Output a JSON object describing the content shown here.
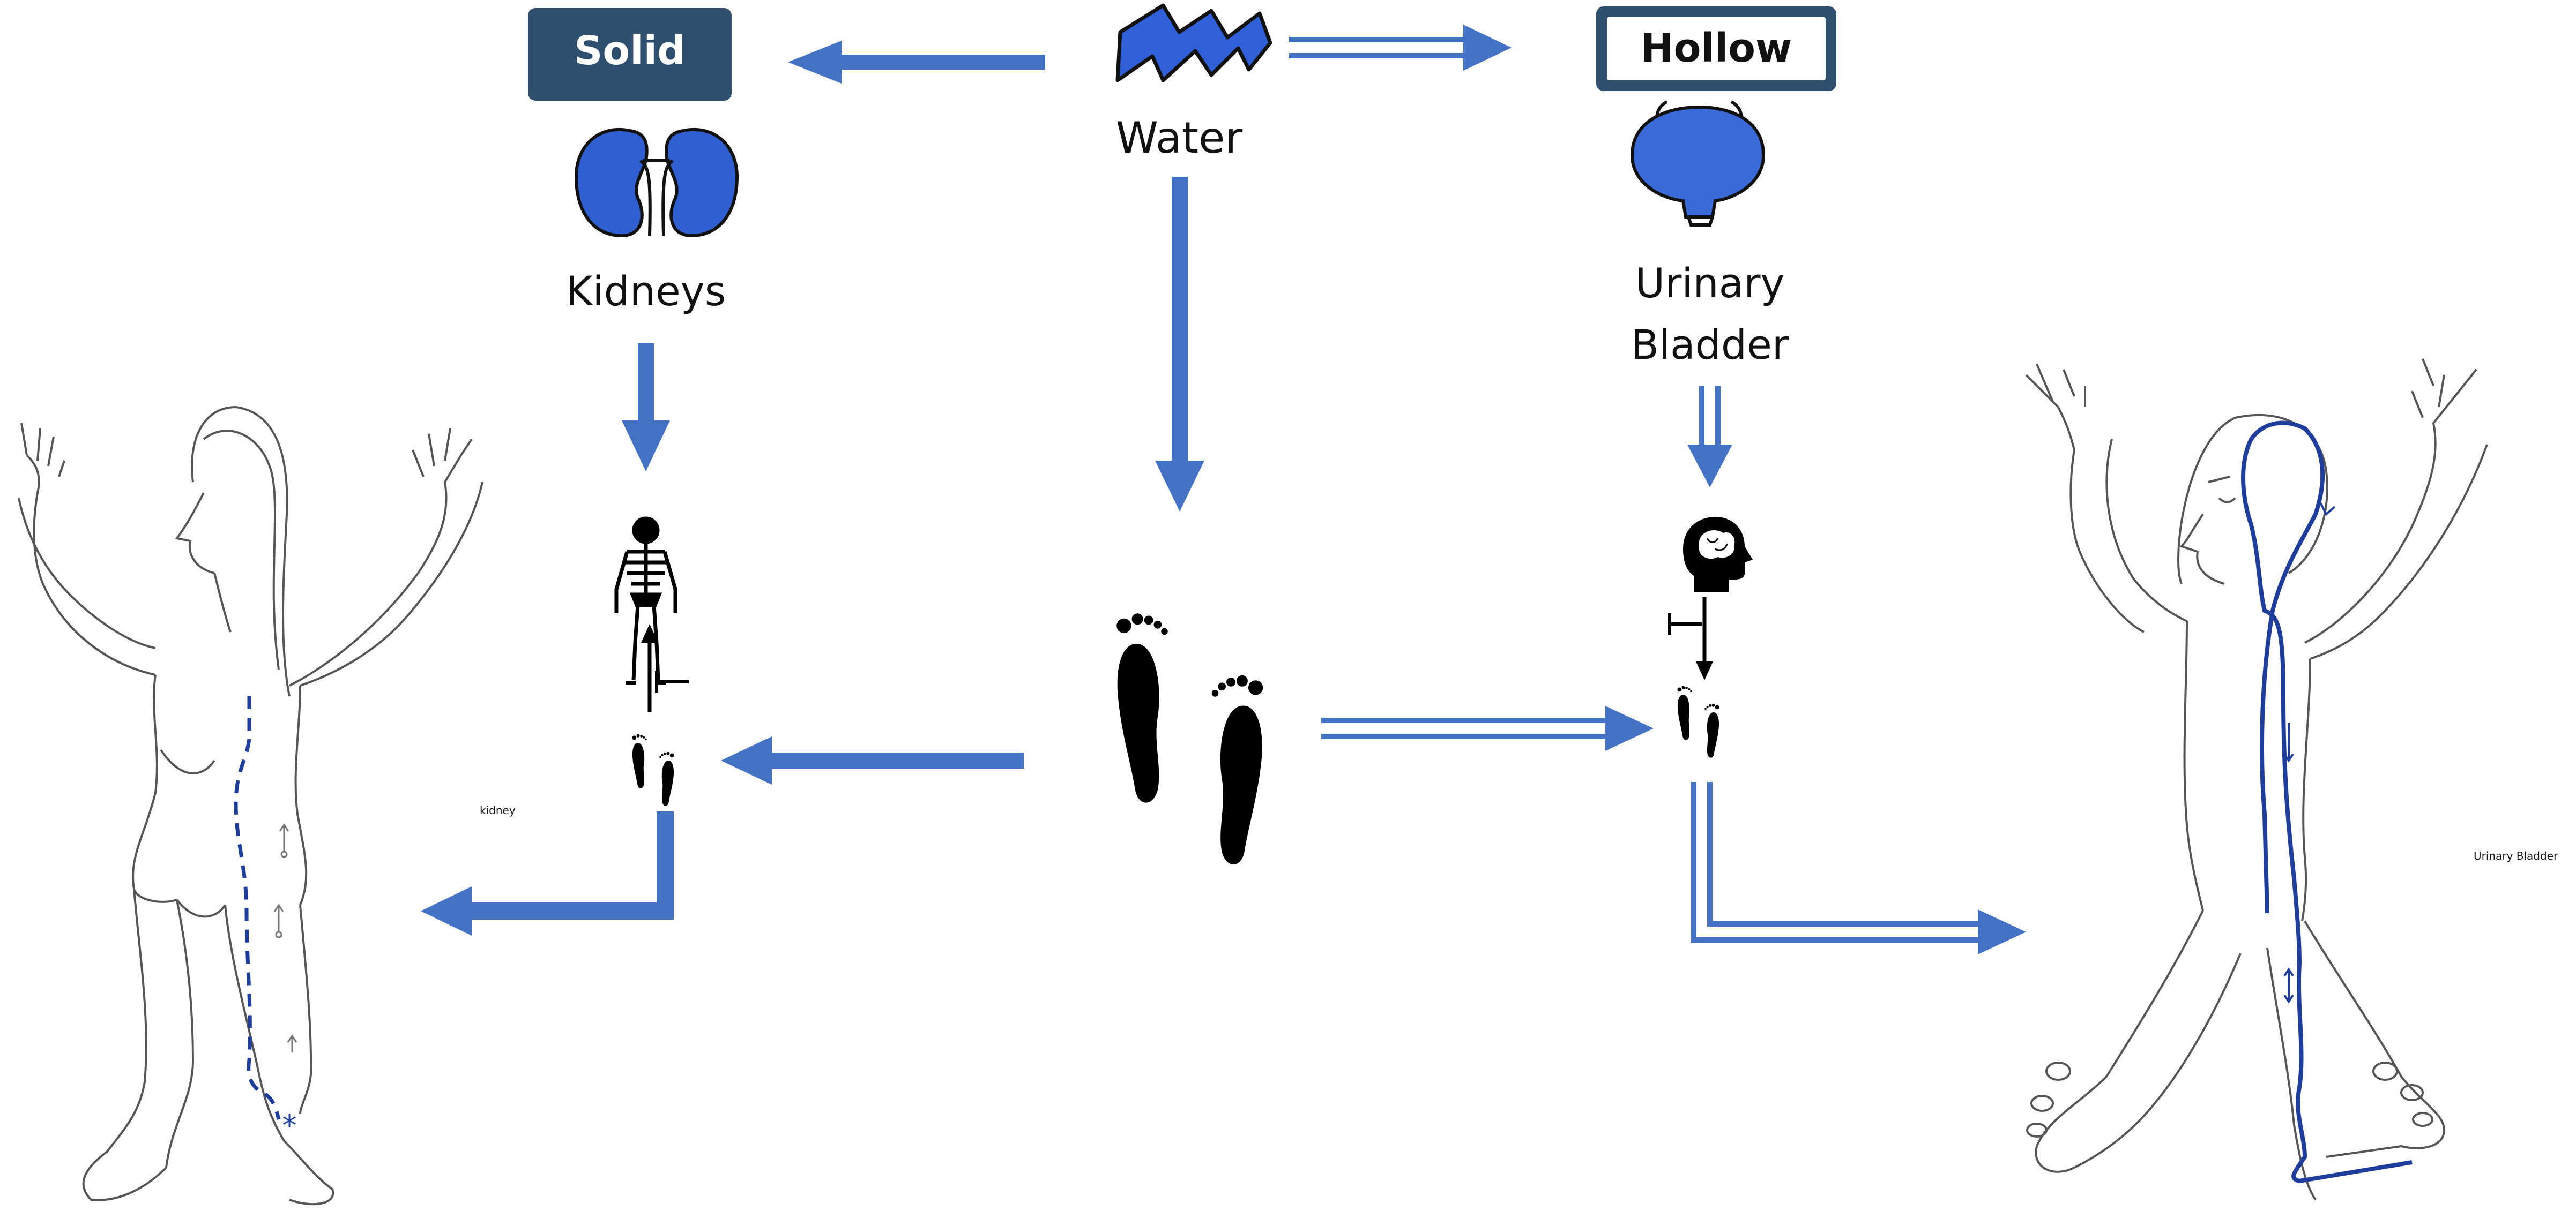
{
  "organ_types": {
    "solid": "Solid",
    "hollow": "Hollow"
  },
  "center": {
    "water_label": "Water"
  },
  "organs": {
    "kidneys_label": "Kidneys",
    "bladder_label_line1": "Urinary",
    "bladder_label_line2": "Bladder"
  },
  "figure_captions": {
    "left": "kidney",
    "right": "Urinary Bladder"
  },
  "colors": {
    "arrow_blue": "#4472c4",
    "box_navy": "#2f4f6e",
    "meridian_blue": "#1f3e9c",
    "organ_blue": "#2f5fd0",
    "outline_grey": "#555555",
    "icon_black": "#000000"
  },
  "icons": {
    "water": "water-zigzag-icon",
    "kidneys": "kidneys-icon",
    "bladder": "urinary-bladder-icon",
    "skeleton": "skeleton-icon",
    "brain_head": "brain-head-icon",
    "footprints": "footprints-icon"
  }
}
